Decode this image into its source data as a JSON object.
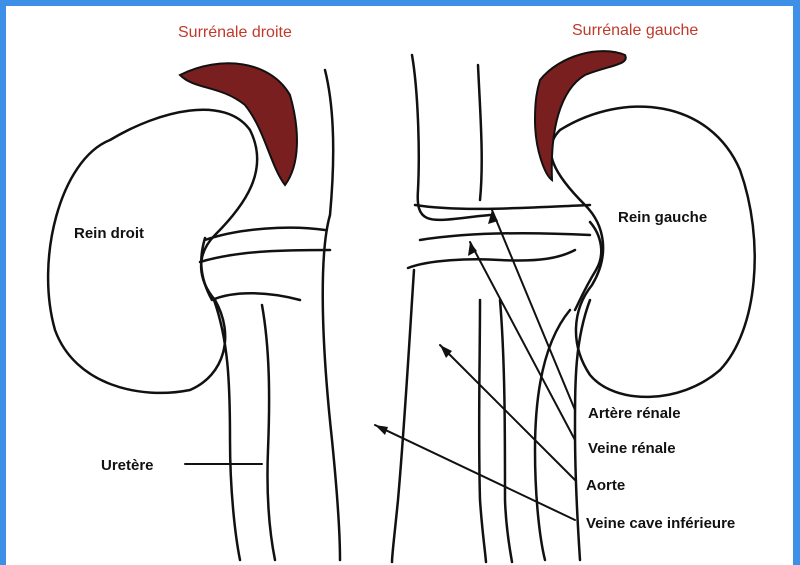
{
  "colors": {
    "frame": "#3d8fe8",
    "adrenal": "#7a1f1f",
    "adrenal_label": "#c0392b",
    "outline": "#111111"
  },
  "labels": {
    "adrenal_right": "Surrénale droite",
    "adrenal_left": "Surrénale gauche",
    "kidney_right": "Rein droit",
    "kidney_left": "Rein gauche",
    "ureter": "Uretère",
    "renal_artery": "Artère rénale",
    "renal_vein": "Veine rénale",
    "aorta": "Aorte",
    "vena_cava": "Veine cave inférieure"
  }
}
